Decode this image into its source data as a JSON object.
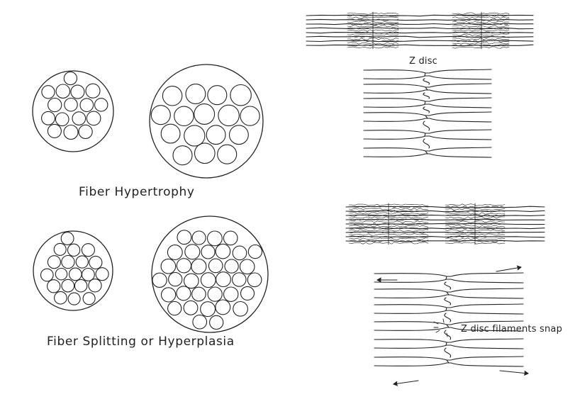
{
  "labels": {
    "hypertrophy": "Fiber Hypertrophy",
    "hyperplasia": "Fiber Splitting or Hyperplasia",
    "z_disc": "Z disc",
    "z_disc_snap": "Z disc filaments snap"
  },
  "colors": {
    "ink": "#222222",
    "background": "#ffffff"
  },
  "panels": [
    {
      "name": "fiber-hypertrophy-panel",
      "before": "small-fiber-bundle",
      "after": "large-fiber-bundle"
    },
    {
      "name": "fiber-hyperplasia-panel",
      "before": "small-fiber-bundle",
      "after": "split-fiber-bundle"
    }
  ]
}
